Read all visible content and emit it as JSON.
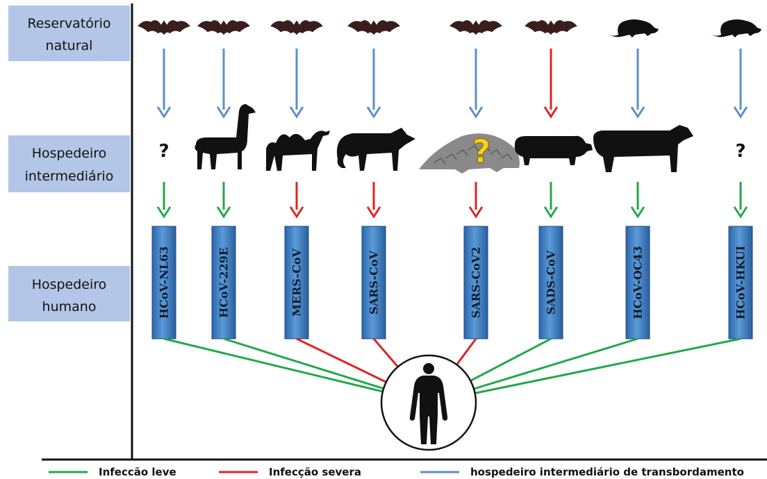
{
  "rows": [
    {
      "line1": "Reservatório",
      "line2": "natural"
    },
    {
      "line1": "Hospedeiro",
      "line2": "intermediário"
    },
    {
      "line1": "Hospedeiro",
      "line2": "humano"
    }
  ],
  "columns": [
    {
      "virus": "HCoV-NL63",
      "reservoir": "bat-icon",
      "intermediate": "question-mark",
      "infection": "leve",
      "reservoir_arrow": "transbordamento"
    },
    {
      "virus": "HCoV-229E",
      "reservoir": "bat-icon",
      "intermediate": "alpaca-icon",
      "infection": "leve",
      "reservoir_arrow": "transbordamento"
    },
    {
      "virus": "MERS-CoV",
      "reservoir": "bat-icon",
      "intermediate": "camel-icon",
      "infection": "severa",
      "reservoir_arrow": "transbordamento"
    },
    {
      "virus": "SARS-CoV",
      "reservoir": "bat-icon",
      "intermediate": "civet-icon",
      "infection": "severa",
      "reservoir_arrow": "transbordamento"
    },
    {
      "virus": "SARS-CoV2",
      "reservoir": "bat-icon",
      "intermediate": "pangolin-icon",
      "infection": "severa",
      "reservoir_arrow": "transbordamento"
    },
    {
      "virus": "SADS-CoV",
      "reservoir": "bat-icon",
      "intermediate": "pig-icon",
      "infection": "leve",
      "reservoir_arrow": "severa"
    },
    {
      "virus": "HCoV-OC43",
      "reservoir": "rat-icon",
      "intermediate": "cow-icon",
      "infection": "leve",
      "reservoir_arrow": "transbordamento"
    },
    {
      "virus": "HCoV-HKUI",
      "reservoir": "rat-icon",
      "intermediate": "question-mark",
      "infection": "leve",
      "reservoir_arrow": "transbordamento"
    }
  ],
  "question_mark": "?",
  "legend": [
    {
      "key": "leve",
      "label": "Infeccão leve",
      "color": "#22a84a"
    },
    {
      "key": "severa",
      "label": "Infecção severa",
      "color": "#e02424"
    },
    {
      "key": "transbordamento",
      "label": "hospedeiro intermediário de transbordamento",
      "color": "#5b8fc9"
    }
  ],
  "colors": {
    "label_box": "#b3c6e7",
    "virus_box": "#3d7cc2",
    "silhouette": "#111111",
    "bat": "#3a1e1e",
    "pangolin": "#8a8a8a"
  }
}
